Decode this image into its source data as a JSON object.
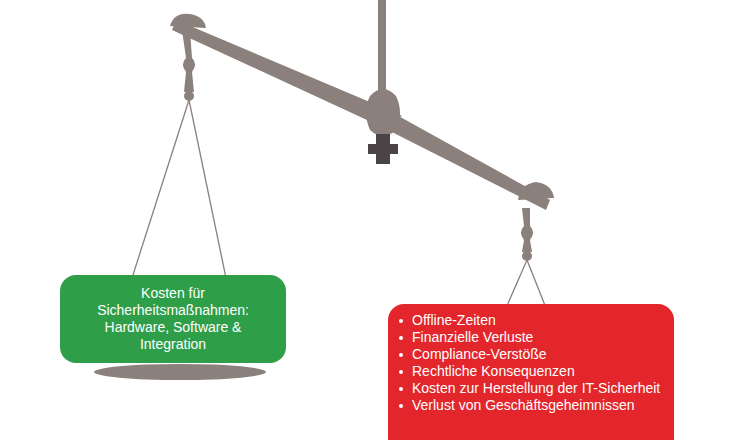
{
  "diagram": {
    "nodes": [
      {
        "text": [
          "Kosten für Sicherheitsmaßnahmen: Hardware, Software & Integration"
        ]
      },
      {
        "text": [
          "Offline-Zeiten",
          "Finanzielle Verluste",
          "Compliance-Verstöße",
          "Rechtliche Konsequenzen",
          "Kosten zur Herstellung der IT-Sicherheit",
          "Verlust von Geschäftsgeheimnissen"
        ]
      }
    ]
  }
}
